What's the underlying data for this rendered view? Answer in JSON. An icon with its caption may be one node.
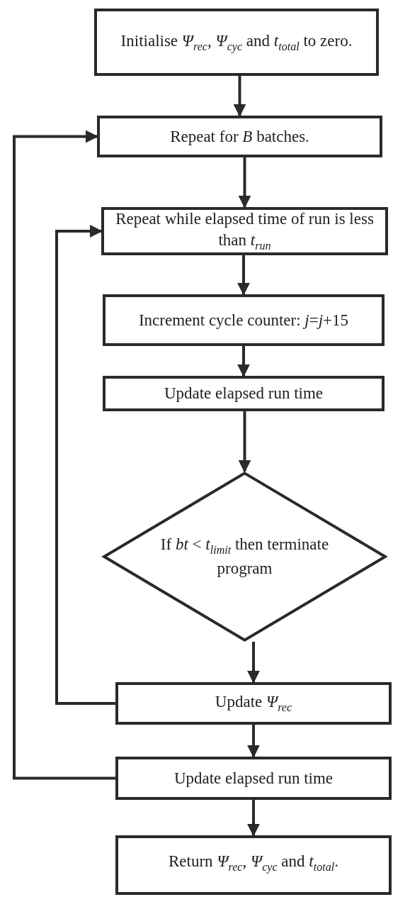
{
  "diagram": {
    "nodes": [
      {
        "text": [
          "Initialise *Ψ*$_{rec}$, *Ψ*$_{cyc}$ and *t*$_{total}$ to zero."
        ]
      },
      {
        "text": [
          "Repeat for *B* batches."
        ]
      },
      {
        "text": [
          "Repeat while elapsed time of run is less than *t*$_{run}$"
        ]
      },
      {
        "text": [
          "Increment cycle counter: *j*=*j*+15"
        ]
      },
      {
        "text": [
          "Update elapsed run time"
        ]
      },
      {
        "text": [
          "If *bt* < *t*$_{limit}$ then terminate program"
        ]
      },
      {
        "text": [
          "Update *Ψ*$_{rec}$"
        ]
      },
      {
        "text": [
          "Update elapsed run time"
        ]
      },
      {
        "text": [
          "Return *Ψ*$_{rec}$, *Ψ*$_{cyc}$ and *t*$_{total}$."
        ]
      }
    ],
    "edges": [
      {
        "from": 0,
        "to": 1,
        "arrow": "to"
      },
      {
        "from": 1,
        "to": 2,
        "arrow": "to"
      },
      {
        "from": 2,
        "to": 3,
        "arrow": "to"
      },
      {
        "from": 3,
        "to": 4,
        "arrow": "to"
      },
      {
        "from": 4,
        "to": 5,
        "arrow": "to"
      },
      {
        "from": 5,
        "to": 6,
        "arrow": "to"
      },
      {
        "from": 6,
        "to": 7,
        "arrow": "to"
      },
      {
        "from": 7,
        "to": 8,
        "arrow": "to"
      },
      {
        "from": 6,
        "to": 2,
        "arrow": "to"
      },
      {
        "from": 7,
        "to": 1,
        "arrow": "to"
      }
    ]
  }
}
